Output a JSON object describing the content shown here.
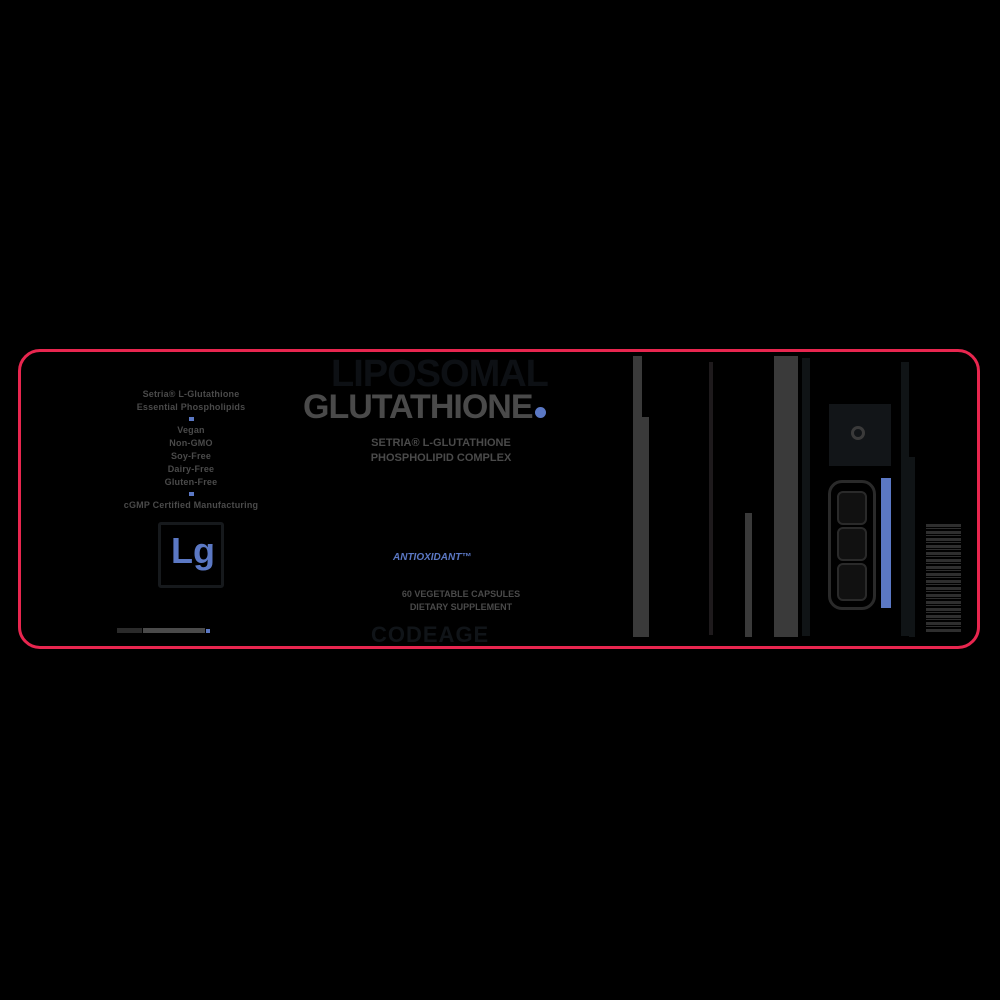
{
  "label": {
    "border_color": "#e8264f",
    "accent_color": "#5b78c4",
    "text_gray": "#4a4a4a",
    "left_panel": {
      "ingredients": [
        "Setria® L-Glutathione",
        "Essential Phospholipids"
      ],
      "claims": [
        "Vegan",
        "Non-GMO",
        "Soy-Free",
        "Dairy-Free",
        "Gluten-Free"
      ],
      "certification": "cGMP Certified Manufacturing",
      "element_symbol": "Lg"
    },
    "center_panel": {
      "title_line1": "LIPOSOMAL",
      "title_line2": "GLUTATHIONE",
      "subtitle_line1": "SETRIA® L-GLUTATHIONE",
      "subtitle_line2": "PHOSPHOLIPID COMPLEX",
      "tagline": "ANTIOXIDANT™",
      "count_line1": "60 VEGETABLE CAPSULES",
      "count_line2": "DIETARY SUPPLEMENT",
      "brand": "CODEAGE"
    },
    "right_panel": {
      "barcode_icon": "barcode",
      "qr_icon": "qr-code"
    }
  }
}
